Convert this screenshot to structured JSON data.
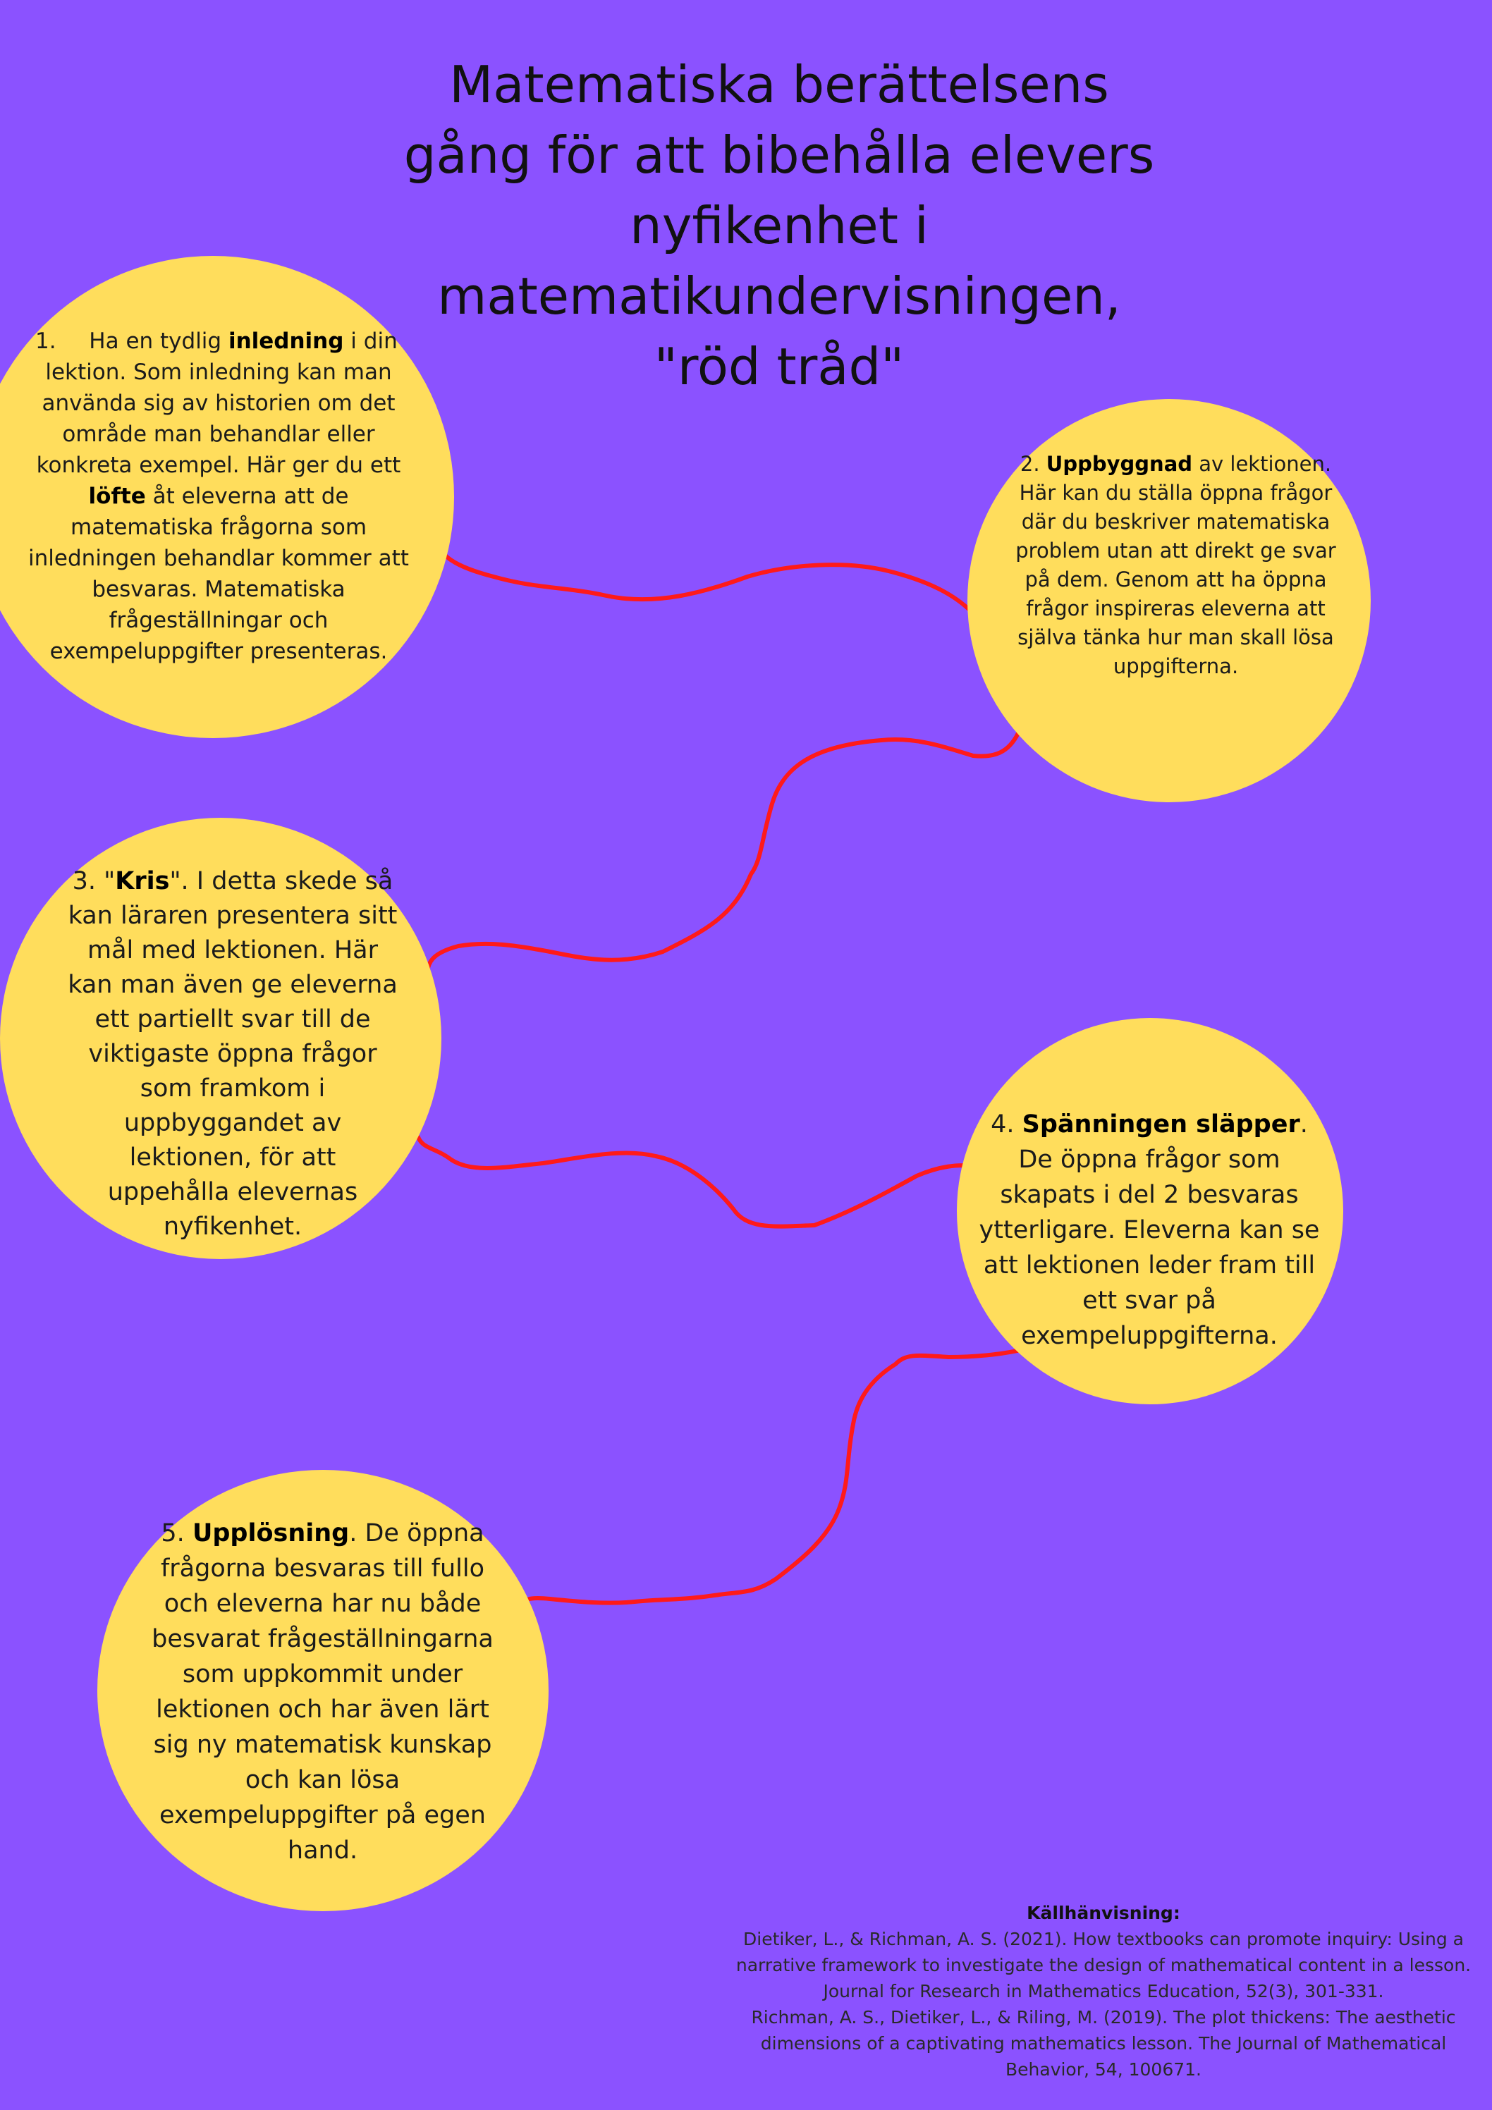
{
  "title": "Matematiska berättelsens gång för att bibehålla elevers nyfikenhet i matematikundervisningen, \"röd tråd\"",
  "steps": [
    {
      "number": "1.",
      "pre": "Ha en tydlig ",
      "bold": "inledning",
      "mid": " i din lektion. Som inledning kan man använda sig av historien om det område man behandlar eller konkreta exempel. Här ger du ett ",
      "bold2": "löfte",
      "post": " åt eleverna att de matematiska frågorna som inledningen behandlar kommer att besvaras. Matematiska frågeställningar och exempeluppgifter presenteras."
    },
    {
      "number": "2. ",
      "bold": "Uppbyggnad",
      "post": " av lektionen. Här kan du ställa öppna frågor där du beskriver matematiska problem utan att direkt ge svar på dem. Genom att ha öppna frågor inspireras eleverna att själva tänka hur man skall lösa uppgifterna."
    },
    {
      "number": "3. \"",
      "bold": "Kris",
      "post": "\". I detta skede så kan läraren presentera sitt mål med lektionen. Här kan man även ge eleverna ett partiellt svar till de viktigaste öppna frågor som framkom i uppbyggandet av lektionen, för att uppehålla elevernas nyfikenhet."
    },
    {
      "number": "4. ",
      "bold": "Spänningen släpper",
      "post": ". De öppna frågor som skapats i del 2 besvaras ytterligare. Eleverna kan se att lektionen leder fram till ett svar på exempeluppgifterna."
    },
    {
      "number": "5. ",
      "bold": "Upplösning",
      "post": ". De öppna frågorna besvaras till fullo och eleverna har nu både besvarat frågeställningarna som uppkommit under lektionen och har även lärt sig ny matematisk kunskap och kan lösa exempeluppgifter på egen hand."
    }
  ],
  "references": {
    "heading": "Källhänvisning:",
    "items": [
      "Dietiker, L., & Richman, A. S. (2021). How textbooks can promote inquiry: Using a narrative framework to investigate the design of mathematical content in a lesson. Journal for Research in Mathematics Education, 52(3), 301-331.",
      "Richman, A. S., Dietiker, L., & Riling, M. (2019). The plot thickens: The aesthetic dimensions of a captivating mathematics lesson. The Journal of Mathematical Behavior, 54, 100671."
    ]
  },
  "colors": {
    "background": "#8b52ff",
    "circle": "#ffdd5c",
    "connector": "#ff1a1a"
  }
}
